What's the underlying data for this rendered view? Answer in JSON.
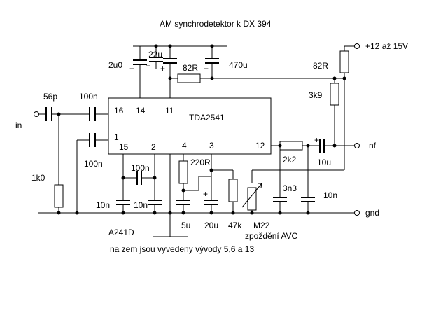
{
  "title": "AM synchrodetektor k DX 394",
  "supply": "+12 až 15V",
  "ic": {
    "name": "TDA2541",
    "pins": [
      "16",
      "14",
      "11",
      "1",
      "15",
      "2",
      "4",
      "3",
      "12"
    ]
  },
  "components": {
    "c_2u0": "2u0",
    "c_22u": "22u",
    "r_82r_mid": "82R",
    "c_470u": "470u",
    "r_82r_top": "82R",
    "c_56p": "56p",
    "c_100n_in": "100n",
    "r_3k9": "3k9",
    "c_100n_low": "100n",
    "r_1k0": "1k0",
    "r_220r": "220R",
    "c_100n_mid": "100n",
    "r_2k2": "2k2",
    "c_10u": "10u",
    "c_3n3": "3n3",
    "c_10n_right": "10n",
    "c_10n_a": "10n",
    "c_10n_b": "10n",
    "c_5u": "5u",
    "c_20u": "20u",
    "r_47k": "47k",
    "r_m22": "M22",
    "a241d": "A241D"
  },
  "io": {
    "in": "in",
    "nf": "nf",
    "gnd": "gnd"
  },
  "notes": {
    "avc": "zpoždění AVC",
    "pins_note": "na zem jsou vyvedeny vývody 5,6 a 13"
  }
}
